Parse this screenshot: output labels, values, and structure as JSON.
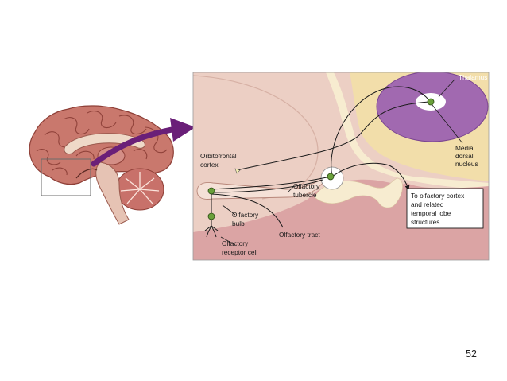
{
  "labels": {
    "thalamus": "Thalamus",
    "medial_dorsal_nucleus": [
      "Medial",
      "dorsal",
      "nucleus"
    ],
    "orbitofrontal_cortex": [
      "Orbitofrontal",
      "cortex"
    ],
    "olfactory_tubercle": [
      "Olfactory",
      "tubercle"
    ],
    "olfactory_bulb": [
      "Olfactory",
      "bulb"
    ],
    "olfactory_tract": "Olfactory tract",
    "olfactory_receptor_cell": [
      "Olfactory",
      "receptor cell"
    ],
    "to_olfactory_cortex": [
      "To olfactory cortex",
      "and related",
      "temporal lobe",
      "structures"
    ]
  },
  "page_number": "52",
  "colors": {
    "cortex_pink": "#eccfc4",
    "thalamus_purple": "#a169b0",
    "region_yellow": "#f2deaa",
    "temporal_rose": "#dba4a4",
    "arrow_purple": "#6a1f78",
    "neuron_green": "#6aa03a"
  }
}
